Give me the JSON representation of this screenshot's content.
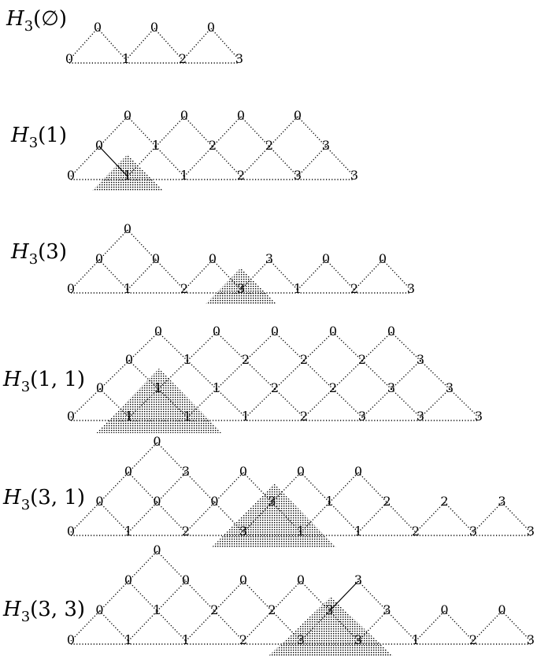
{
  "diagrams": [
    {
      "id": "H3-empty",
      "title": {
        "main": "H",
        "sub": "3",
        "args": "(∅)"
      },
      "rows": [
        [
          "0",
          "1",
          "2",
          "3"
        ],
        [
          "0",
          "0",
          "0"
        ]
      ]
    },
    {
      "id": "H3-1",
      "title": {
        "main": "H",
        "sub": "3",
        "args": "(1)"
      },
      "rows": [
        [
          "0",
          "1",
          "1",
          "2",
          "3",
          "3"
        ],
        [
          "0",
          "1",
          "2",
          "2",
          "3"
        ],
        [
          "0",
          "0",
          "0",
          "0"
        ]
      ]
    },
    {
      "id": "H3-3",
      "title": {
        "main": "H",
        "sub": "3",
        "args": "(3)"
      },
      "rows": [
        [
          "0",
          "1",
          "2",
          "3",
          "1",
          "2",
          "3"
        ],
        [
          "0",
          "0",
          "0",
          "3",
          "0",
          "0"
        ],
        [
          "0"
        ]
      ]
    },
    {
      "id": "H3-1-1",
      "title": {
        "main": "H",
        "sub": "3",
        "args": "(1, 1)"
      },
      "rows": [
        [
          "0",
          "1",
          "1",
          "1",
          "2",
          "3",
          "3",
          "3"
        ],
        [
          "0",
          "1",
          "1",
          "2",
          "2",
          "3",
          "3"
        ],
        [
          "0",
          "1",
          "2",
          "2",
          "2",
          "3"
        ],
        [
          "0",
          "0",
          "0",
          "0",
          "0"
        ]
      ]
    },
    {
      "id": "H3-3-1",
      "title": {
        "main": "H",
        "sub": "3",
        "args": "(3, 1)"
      },
      "rows": [
        [
          "0",
          "1",
          "2",
          "3",
          "1",
          "1",
          "2",
          "3",
          "3"
        ],
        [
          "0",
          "0",
          "0",
          "3",
          "1",
          "2",
          "2",
          "3"
        ],
        [
          "0",
          "3",
          "0",
          "0",
          "0"
        ],
        [
          "0"
        ]
      ]
    },
    {
      "id": "H3-3-3",
      "title": {
        "main": "H",
        "sub": "3",
        "args": "(3, 3)"
      },
      "rows": [
        [
          "0",
          "1",
          "1",
          "2",
          "3",
          "3",
          "1",
          "2",
          "3"
        ],
        [
          "0",
          "1",
          "2",
          "2",
          "3",
          "3",
          "0",
          "0"
        ],
        [
          "0",
          "0",
          "0",
          "0",
          "3"
        ],
        [
          "0"
        ]
      ]
    }
  ]
}
